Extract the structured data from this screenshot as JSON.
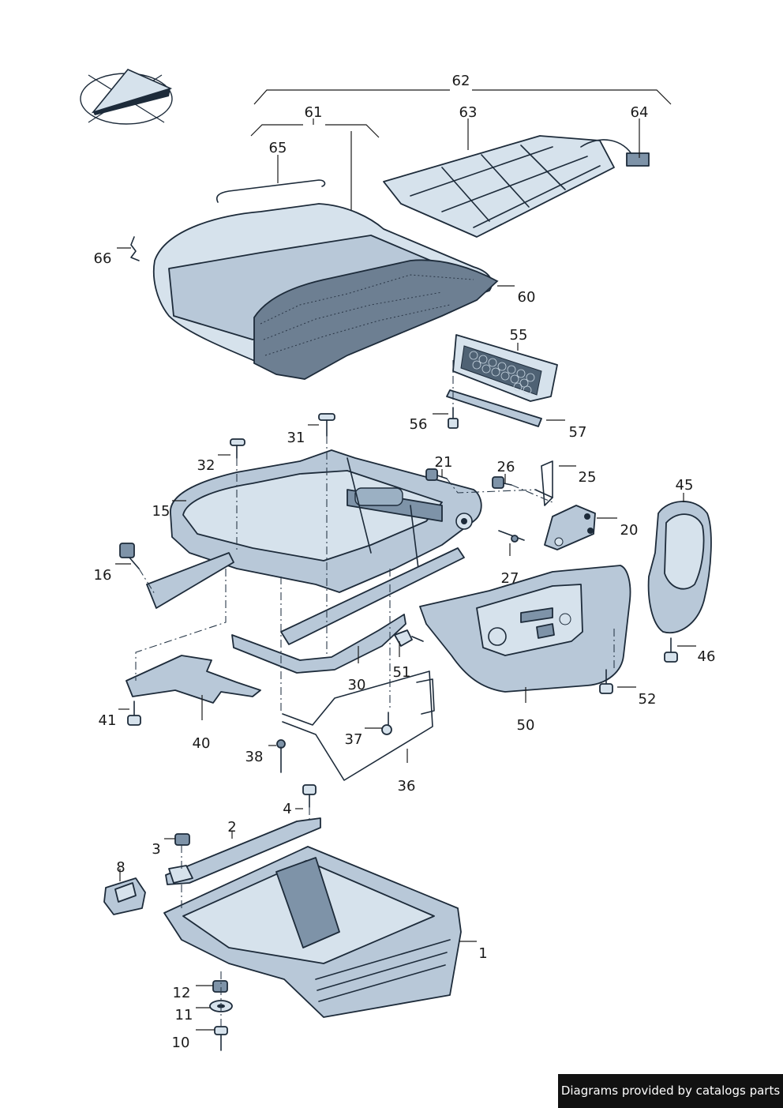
{
  "diagram": {
    "labels": [
      "62",
      "61",
      "63",
      "64",
      "65",
      "66",
      "60",
      "55",
      "56",
      "57",
      "31",
      "32",
      "21",
      "26",
      "25",
      "15",
      "20",
      "45",
      "16",
      "27",
      "46",
      "30",
      "51",
      "41",
      "40",
      "50",
      "52",
      "37",
      "38",
      "36",
      "4",
      "2",
      "3",
      "8",
      "1",
      "12",
      "11",
      "10"
    ]
  },
  "footer": {
    "credit": "Diagrams provided by catalogs parts"
  }
}
